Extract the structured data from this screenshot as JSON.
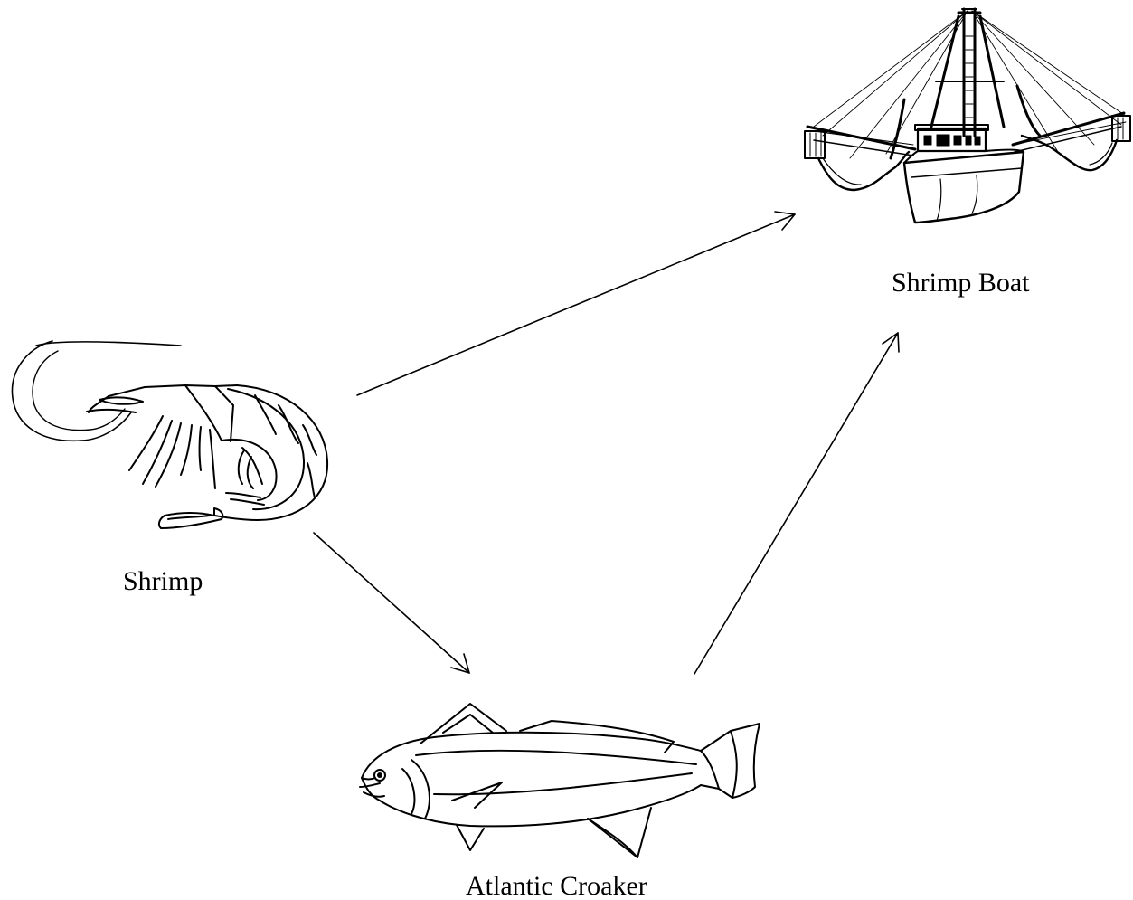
{
  "nodes": {
    "shrimp": {
      "label": "Shrimp",
      "icon": "shrimp-icon"
    },
    "shrimp_boat": {
      "label": "Shrimp Boat",
      "icon": "shrimp-boat-icon"
    },
    "atlantic_croaker": {
      "label": "Atlantic Croaker",
      "icon": "atlantic-croaker-icon"
    }
  },
  "edges": [
    {
      "from": "shrimp",
      "to": "shrimp_boat"
    },
    {
      "from": "shrimp",
      "to": "atlantic_croaker"
    },
    {
      "from": "atlantic_croaker",
      "to": "shrimp_boat"
    }
  ],
  "colors": {
    "ink": "#000000",
    "background": "#ffffff"
  }
}
